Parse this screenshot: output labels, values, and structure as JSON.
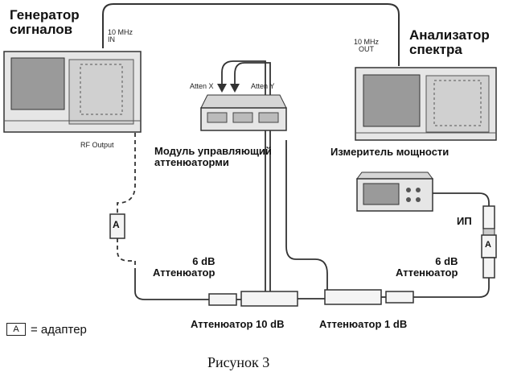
{
  "labels": {
    "generator": "Генератор\nсигналов",
    "analyzer": "Анализатор\nспектра",
    "gen_10mhz_in": "10 MHz\nIN",
    "an_10mhz_out": "10 MHz\nOUT",
    "rf_output": "RF Output",
    "atten_x": "Atten X",
    "atten_y": "Atten Y",
    "module": "Модуль управляющий\nаттенюаторми",
    "power_meter": "Измеритель мощности",
    "ip": "ИП",
    "atten6_left": "6 dB\nАттенюатор",
    "atten6_right": "6 dB\nАттенюатор",
    "atten10": "Аттенюатор 10 dB",
    "atten1": "Аттенюатор 1 dB",
    "adapter_letter": "A",
    "legend_text": "= адаптер",
    "caption": "Рисунок 3"
  },
  "colors": {
    "line": "#333333",
    "device_body": "#e6e6e6",
    "screen": "#9a9a9a"
  }
}
